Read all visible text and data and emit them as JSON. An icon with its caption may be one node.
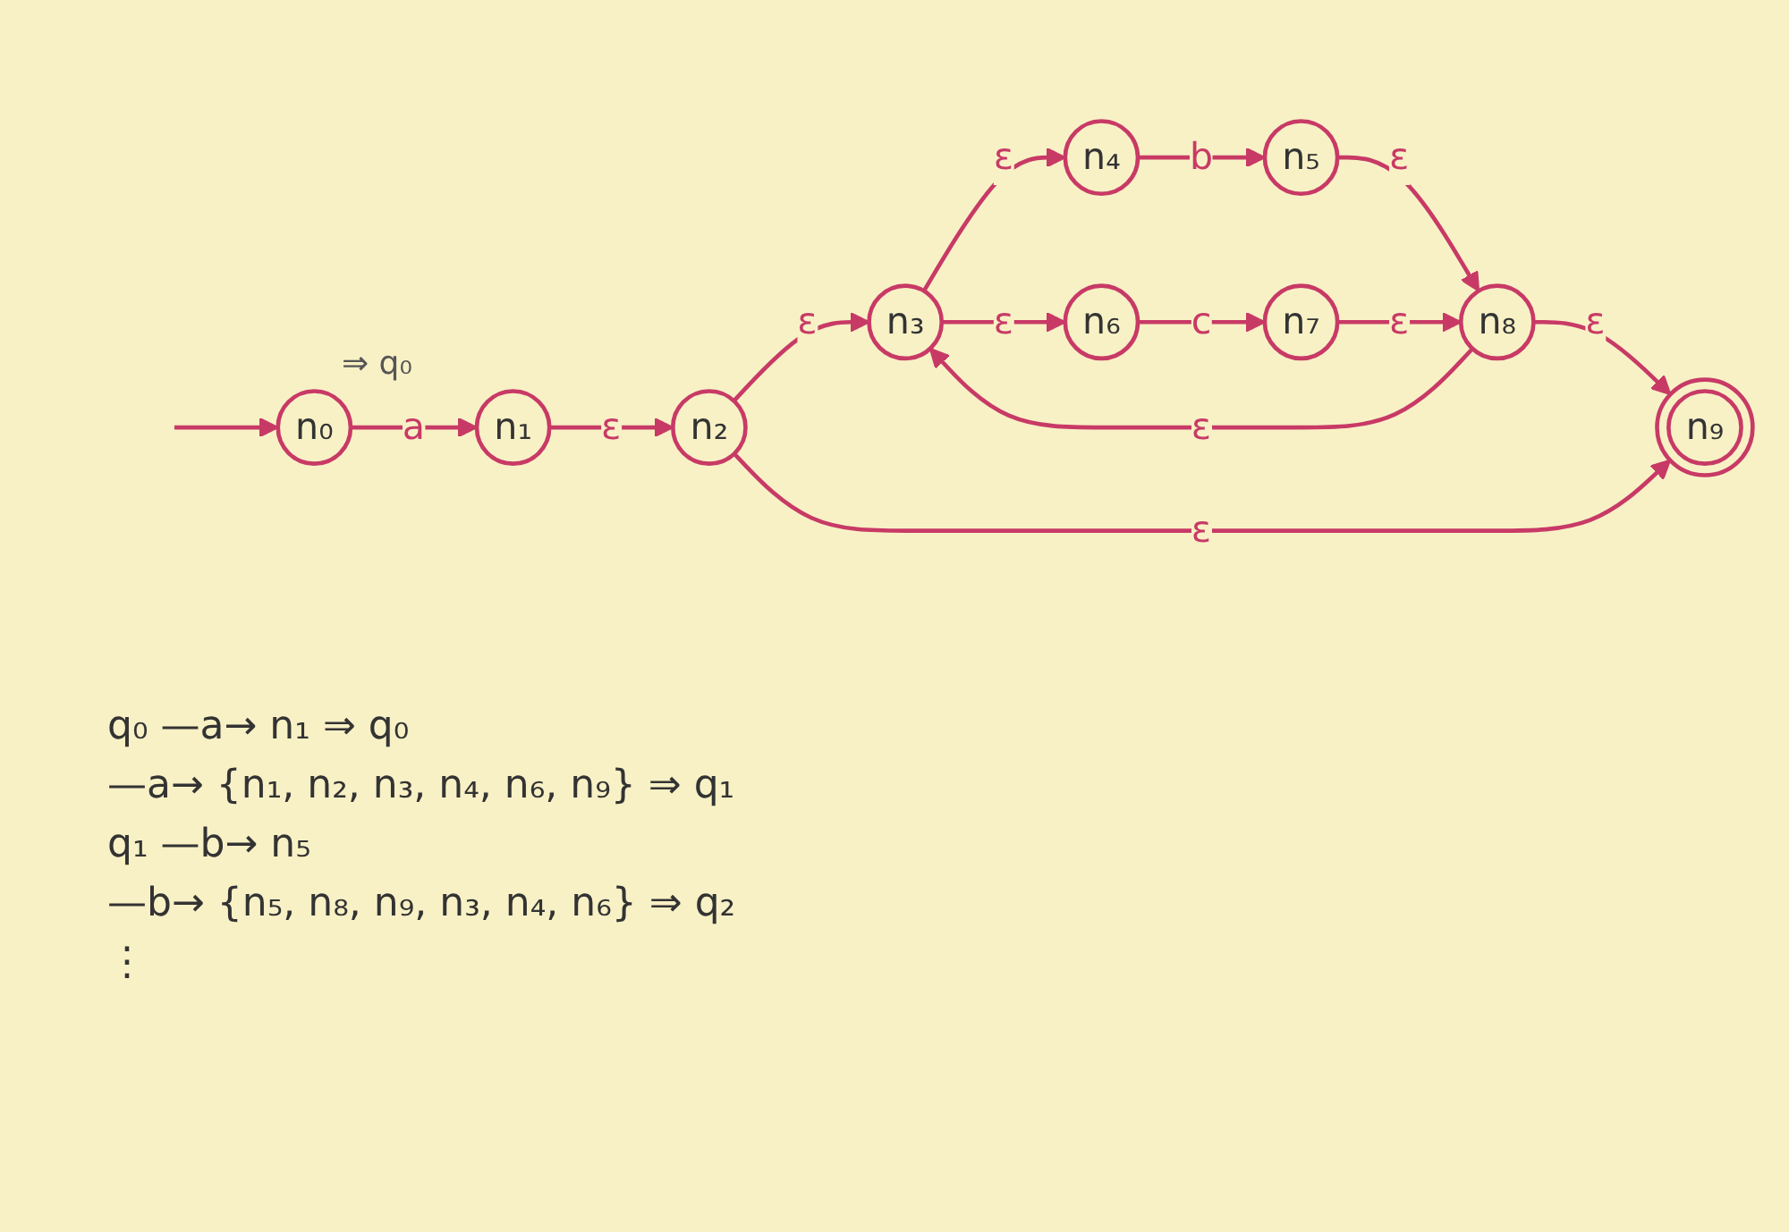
{
  "diagram": {
    "nodes": [
      {
        "text": [
          "n₀"
        ],
        "beside": [
          "⇒ q₀"
        ]
      },
      {
        "text": [
          "n₁"
        ]
      },
      {
        "text": [
          "n₂"
        ]
      },
      {
        "text": [
          "n₃"
        ]
      },
      {
        "text": [
          "n₄"
        ]
      },
      {
        "text": [
          "n₅"
        ]
      },
      {
        "text": [
          "n₆"
        ]
      },
      {
        "text": [
          "n₇"
        ]
      },
      {
        "text": [
          "n₈"
        ]
      },
      {
        "text": [
          "n₉"
        ]
      }
    ],
    "edges": [
      {
        "from": null,
        "to": 0,
        "arrow": "to"
      },
      {
        "from": 0,
        "to": 1,
        "arrow": "to",
        "label": "a"
      },
      {
        "from": 1,
        "to": 2,
        "arrow": "to",
        "label": "ε"
      },
      {
        "from": 2,
        "to": 3,
        "arrow": "to",
        "label": "ε"
      },
      {
        "from": 3,
        "to": 4,
        "arrow": "to",
        "label": "ε"
      },
      {
        "from": 4,
        "to": 5,
        "arrow": "to",
        "label": "b"
      },
      {
        "from": 5,
        "to": 8,
        "arrow": "to",
        "label": "ε"
      },
      {
        "from": 3,
        "to": 6,
        "arrow": "to",
        "label": "ε"
      },
      {
        "from": 6,
        "to": 7,
        "arrow": "to",
        "label": "c"
      },
      {
        "from": 7,
        "to": 8,
        "arrow": "to",
        "label": "ε"
      },
      {
        "from": 8,
        "to": 9,
        "arrow": "to",
        "label": "ε"
      },
      {
        "from": 8,
        "to": 3,
        "arrow": "to",
        "label": "ε"
      },
      {
        "from": 2,
        "to": 9,
        "arrow": "to",
        "label": "ε"
      }
    ],
    "labels": [
      "q₀ —a→ n₁ ⇒ q₀",
      "—a→ {n₁, n₂, n₃, n₄, n₆, n₉} ⇒ q₁",
      "q₁ —b→ n₅",
      "—b→ {n₅, n₈, n₉, n₃, n₄, n₆} ⇒ q₂",
      "⋮"
    ]
  }
}
